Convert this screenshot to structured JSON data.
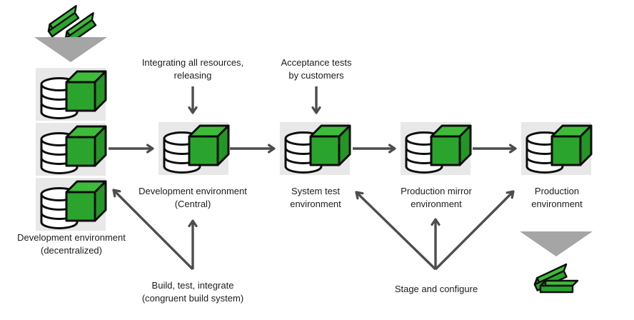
{
  "colors": {
    "box_bg": "#e8e8e8",
    "cube_top": "#3fbb3a",
    "cube_front": "#2aa42c",
    "cube_side": "#249626",
    "funnel": "#a5a5a5",
    "arrow": "#4d4d4d",
    "text": "#1c1c1c",
    "outline": "#0d0d0d"
  },
  "labels": {
    "dev_decentralized": "Development environment\n(decentralized)",
    "dev_central": "Development environment\n(Central)",
    "system_test": "System test\nenvironment",
    "production_mirror": "Production mirror\nenvironment",
    "production": "Production\nenvironment"
  },
  "annotations": {
    "integrating": "Integrating all resources,\nreleasing",
    "acceptance": "Acceptance tests\nby customers",
    "build": "Build, test, integrate\n(congruent build system)",
    "stage": "Stage and configure"
  },
  "icons": {
    "database": "database-cylinder-icon",
    "package": "green-cube-package-icon",
    "bricks": "green-package-bars-icon",
    "funnel": "gray-funnel-triangle-icon"
  }
}
